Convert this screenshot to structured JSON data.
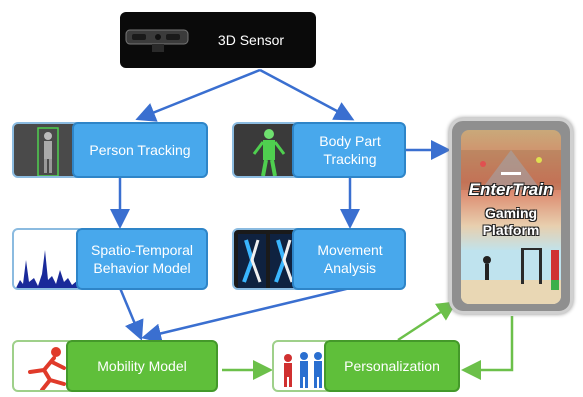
{
  "nodes": {
    "sensor": "3D Sensor",
    "person_tracking": "Person Tracking",
    "body_part_tracking": "Body Part Tracking",
    "spatio_temporal": "Spatio-Temporal Behavior Model",
    "movement_analysis": "Movement Analysis",
    "mobility_model": "Mobility Model",
    "personalization": "Personalization"
  },
  "platform": {
    "title": "EnterTrain",
    "subtitle_line1": "Gaming",
    "subtitle_line2": "Platform"
  },
  "colors": {
    "blue": "#48a8ec",
    "green": "#5fbf3a",
    "black": "#0a0a0a",
    "arrow_blue": "#3a6fd0",
    "arrow_green": "#6cc04a"
  }
}
